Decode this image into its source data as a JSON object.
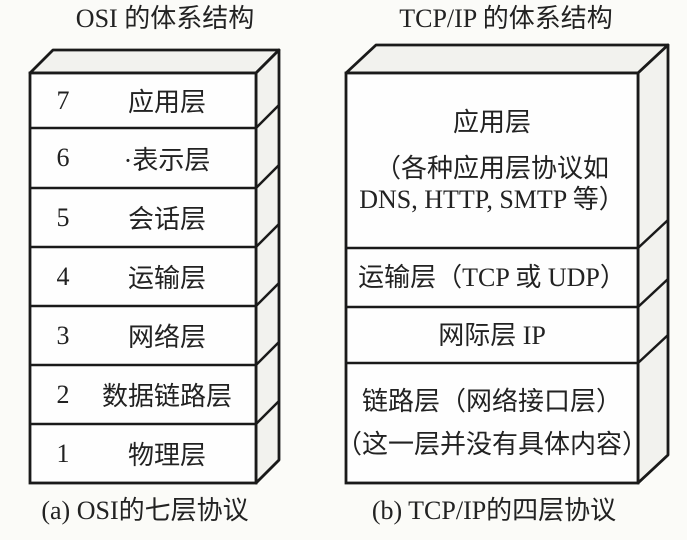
{
  "left": {
    "title": "OSI 的体系结构",
    "caption": "(a) OSI的七层协议",
    "layers": [
      {
        "num": "7",
        "label": "应用层"
      },
      {
        "num": "6",
        "label": "·表示层"
      },
      {
        "num": "5",
        "label": "会话层"
      },
      {
        "num": "4",
        "label": "运输层"
      },
      {
        "num": "3",
        "label": "网络层"
      },
      {
        "num": "2",
        "label": "数据链路层"
      },
      {
        "num": "1",
        "label": "物理层"
      }
    ]
  },
  "right": {
    "title": "TCP/IP 的体系结构",
    "caption": "(b) TCP/IP的四层协议",
    "layers": [
      {
        "lines": [
          "应用层",
          "（各种应用层协议如",
          "DNS, HTTP, SMTP 等）"
        ]
      },
      {
        "lines": [
          "运输层（TCP 或 UDP）"
        ]
      },
      {
        "lines": [
          "网际层 IP"
        ]
      },
      {
        "lines": [
          "链路层（网络接口层）",
          "（这一层并没有具体内容）"
        ]
      }
    ]
  },
  "colors": {
    "line": "#1a1a1a",
    "face": "#fefefe",
    "side": "#f2f2ee",
    "text": "#222222",
    "background": "#fbfbf8"
  }
}
